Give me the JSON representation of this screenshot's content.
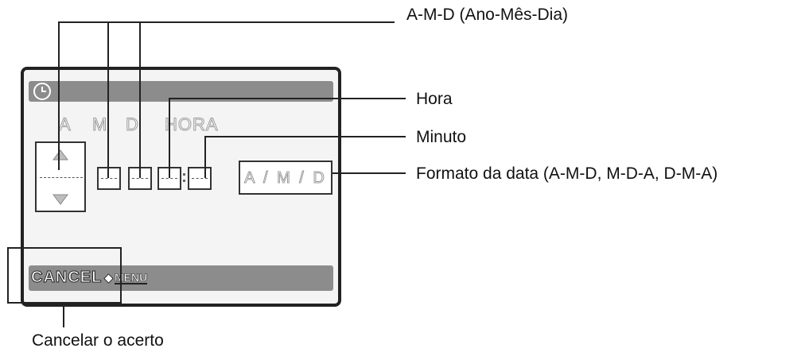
{
  "callouts": {
    "amd": "A-M-D (Ano-Mês-Dia)",
    "hora": "Hora",
    "minuto": "Minuto",
    "formato": "Formato da data (A-M-D, M-D-A, D-M-A)",
    "cancelar": "Cancelar o acerto"
  },
  "screen": {
    "labels": {
      "a": "A",
      "m": "M",
      "d": "D",
      "hora": "HORA"
    },
    "format_value": "A / M / D",
    "cancel_label": "CANCEL",
    "menu_label": "MENU",
    "icons": {
      "title": "clock-icon",
      "up": "arrow-up-icon",
      "down": "arrow-down-icon",
      "separator": "diamond-icon"
    },
    "colors": {
      "bar": "#8c8c8c",
      "frame": "#222222",
      "screen_bg": "#f4f4f4"
    }
  }
}
